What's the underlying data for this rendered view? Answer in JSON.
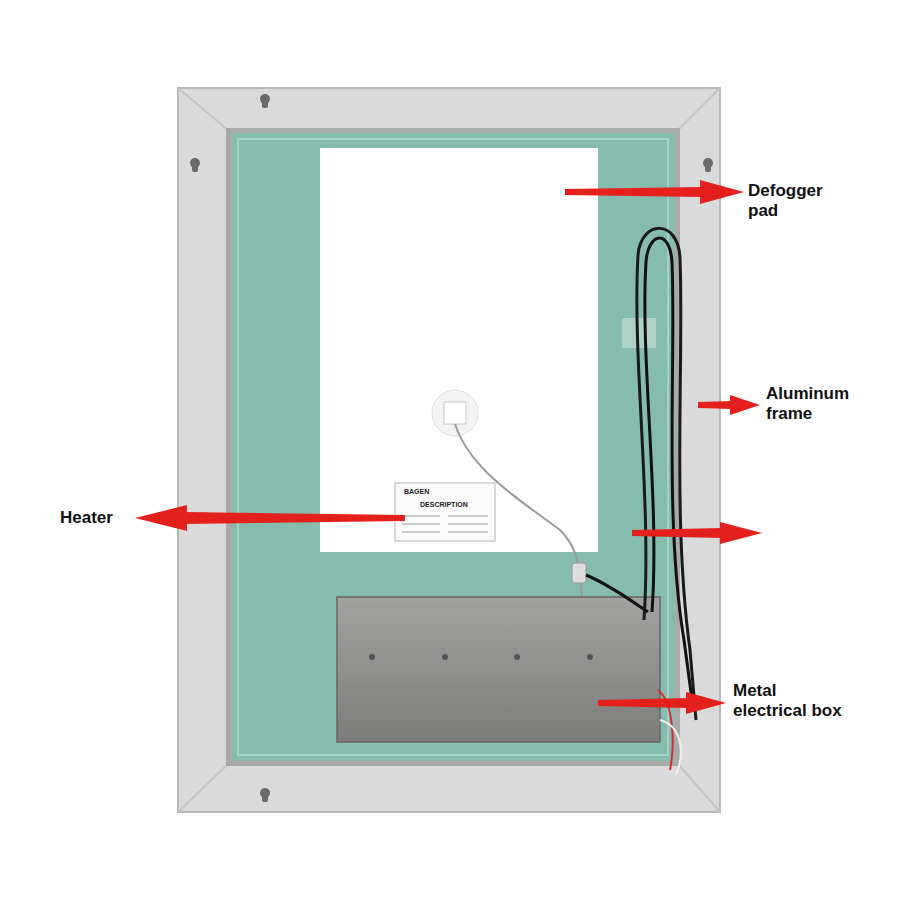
{
  "diagram": {
    "labels": [
      "Defogger pad",
      "Aluminum frame",
      "Heater",
      "Metal electrical box",
      "BAGEN",
      "DESCRIPTION"
    ]
  }
}
